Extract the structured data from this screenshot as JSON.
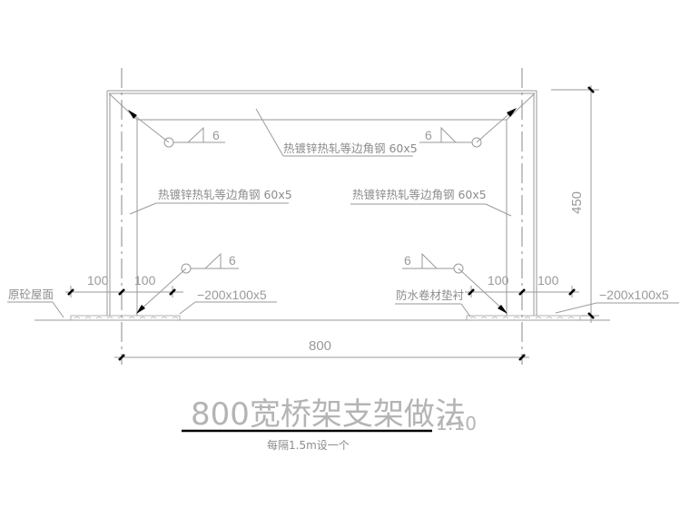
{
  "drawing": {
    "title": "800宽桥架支架做法",
    "scale": "1:10",
    "subtitle": "每隔1.5m设一个",
    "colors": {
      "line": "#9a9a9a",
      "tick": "#000000",
      "text": "#8c8c8c",
      "title_underline": "#000000"
    }
  },
  "labels": {
    "top_angle": "热镀锌热轧等边角钢 60x5",
    "left_angle": "热镀锌热轧等边角钢 60x5",
    "right_angle": "热镀锌热轧等边角钢 60x5",
    "roof": "原砼屋面",
    "waterproof": "防水卷材垫衬",
    "plate_left": "−200x100x5",
    "plate_right": "−200x100x5"
  },
  "welds": {
    "top_left": "6",
    "top_right": "6",
    "bottom_left": "6",
    "bottom_right": "6"
  },
  "dimensions": {
    "width": "800",
    "height": "450",
    "left_outer": "100",
    "left_inner": "100",
    "right_inner": "100",
    "right_outer": "100"
  }
}
